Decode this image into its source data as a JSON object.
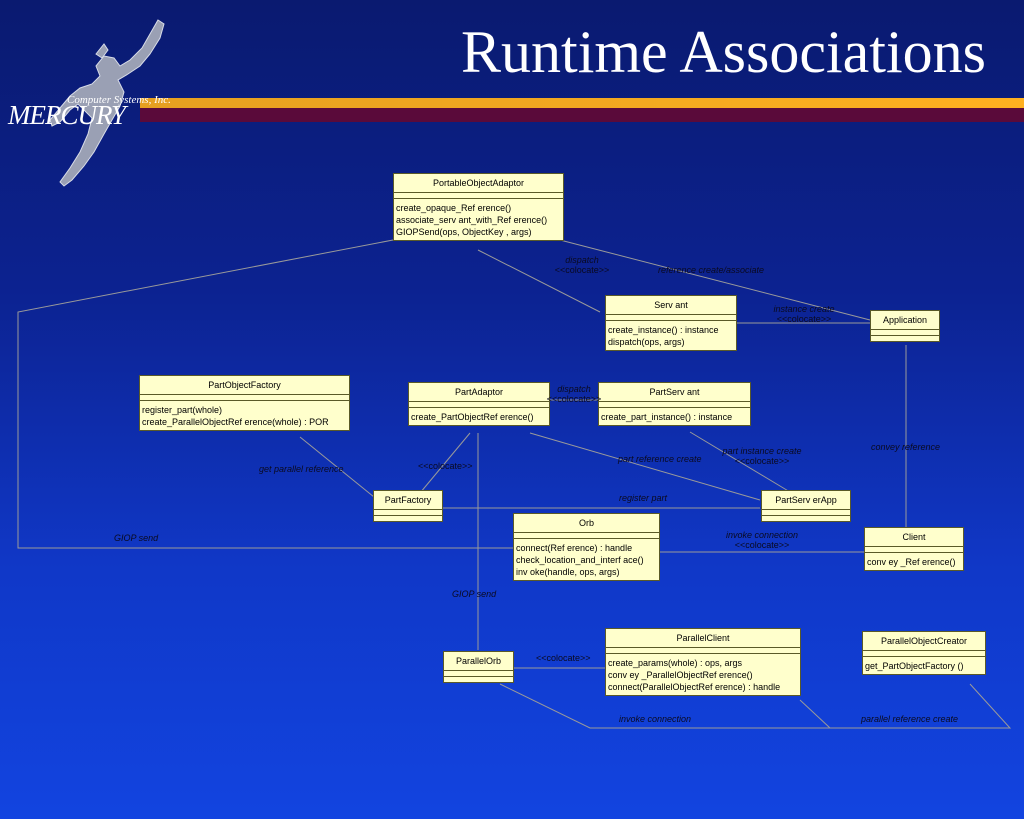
{
  "title": "Runtime Associations",
  "logo": {
    "company": "Computer Systems, Inc.",
    "wordmark": "MERCURY"
  },
  "classes": {
    "portable_object_adaptor": {
      "name": "PortableObjectAdaptor",
      "ops": [
        "create_opaque_Ref erence()",
        "associate_serv ant_with_Ref erence()",
        "GIOPSend(ops, ObjectKey , args)"
      ]
    },
    "servant": {
      "name": "Serv ant",
      "ops": [
        "create_instance() : instance",
        "dispatch(ops, args)"
      ]
    },
    "application": {
      "name": "Application",
      "ops": []
    },
    "part_object_factory": {
      "name": "PartObjectFactory",
      "ops": [
        "register_part(whole)",
        "create_ParallelObjectRef erence(whole) : POR"
      ]
    },
    "part_adaptor": {
      "name": "PartAdaptor",
      "ops": [
        "create_PartObjectRef erence()"
      ]
    },
    "part_servant": {
      "name": "PartServ ant",
      "ops": [
        "create_part_instance() : instance"
      ]
    },
    "part_factory": {
      "name": "PartFactory",
      "ops": []
    },
    "part_server_app": {
      "name": "PartServ erApp",
      "ops": []
    },
    "orb": {
      "name": "Orb",
      "ops": [
        "connect(Ref erence) : handle",
        "check_location_and_interf ace()",
        "inv oke(handle, ops, args)"
      ]
    },
    "client": {
      "name": "Client",
      "ops": [
        "conv ey _Ref erence()"
      ]
    },
    "parallel_client": {
      "name": "ParallelClient",
      "ops": [
        "create_params(whole) : ops, args",
        "conv ey _ParallelObjectRef erence()",
        "connect(ParallelObjectRef erence) : handle"
      ]
    },
    "parallel_orb": {
      "name": "ParallelOrb",
      "ops": []
    },
    "parallel_object_creator": {
      "name": "ParallelObjectCreator",
      "ops": [
        "get_PartObjectFactory ()"
      ]
    }
  },
  "labels": {
    "dispatch_1": "dispatch",
    "colocate_1": "<<colocate>>",
    "reference_create_associate": "reference create/associate",
    "instance_create": "instance create",
    "colocate_2": "<<colocate>>",
    "dispatch_2": "dispatch",
    "colocate_3": "<<colocate>>",
    "get_parallel_reference": "get parallel reference",
    "colocate_4": "<<colocate>>",
    "part_reference_create": "part reference create",
    "part_instance_create": "part instance create",
    "colocate_5": "<<colocate>>",
    "convey_reference": "convey reference",
    "register_part": "register part",
    "giop_send_1": "GIOP send",
    "invoke_connection_1": "invoke connection",
    "colocate_6": "<<colocate>>",
    "giop_send_2": "GIOP send",
    "colocate_7": "<<colocate>>",
    "invoke_connection_2": "invoke connection",
    "parallel_reference_create": "parallel reference create"
  },
  "colors": {
    "class_fill": "#ffffcc",
    "class_border": "#5a5a28",
    "link_line": "#9a9a9a",
    "accent_orange": "#ffb020",
    "accent_maroon": "#5a0a3a"
  }
}
